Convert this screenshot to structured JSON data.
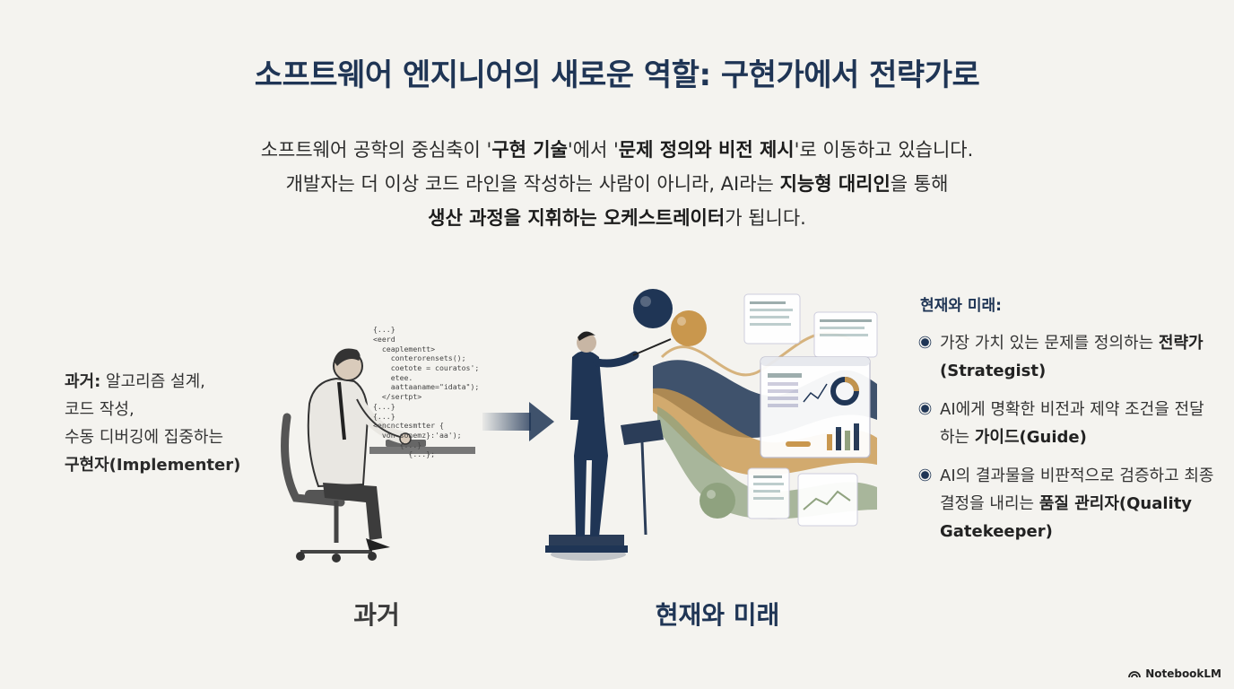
{
  "title": "소프트웨어 엔지니어의 새로운 역할: 구현가에서 전략가로",
  "intro": {
    "l1_a": "소프트웨어 공학의 중심축이 '",
    "l1_b": "구현 기술",
    "l1_c": "'에서 '",
    "l1_d": "문제 정의와 비전 제시",
    "l1_e": "'로 이동하고 있습니다.",
    "l2_a": "개발자는 더 이상 코드 라인을 작성하는 사람이 아니라, AI라는 ",
    "l2_b": "지능형 대리인",
    "l2_c": "을 통해",
    "l3_a": "생산 과정을 지휘하는 오케스트레이터",
    "l3_b": "가 됩니다."
  },
  "past": {
    "label": "과거:",
    "line1": " 알고리즘 설계,",
    "line2": "코드 작성,",
    "line3": "수동 디버깅에 집중하는",
    "role": "구현자(Implementer)",
    "caption": "과거",
    "code": "{...}\n<eerd\n  ceaplementt>\n    conterorensets();\n    coetote = couratos';\n    etee.\n    aattaaname=\"idata\");\n  </sertpt>\n{...}\n{...}\n<encnctesmtter {\n  von sonemz}:'aa');\n      {...}\n        {...};"
  },
  "present": {
    "caption": "현재와 미래",
    "heading": "현재와 미래:",
    "bullets": [
      {
        "text": "가장 가치 있는 문제를 정의하는 ",
        "bold": "전략가(Strategist)"
      },
      {
        "text": "AI에게 명확한 비전과 제약 조건을 전달하는 ",
        "bold": "가이드(Guide)"
      },
      {
        "text": "AI의 결과물을 비판적으로 검증하고 최종 결정을 내리는 ",
        "bold": "품질 관리자(Quality Gatekeeper)"
      }
    ]
  },
  "brand": "NotebookLM",
  "colors": {
    "navy": "#1f3555",
    "gold": "#c9974d",
    "sage": "#8fa27f",
    "bg": "#f4f3ef"
  }
}
